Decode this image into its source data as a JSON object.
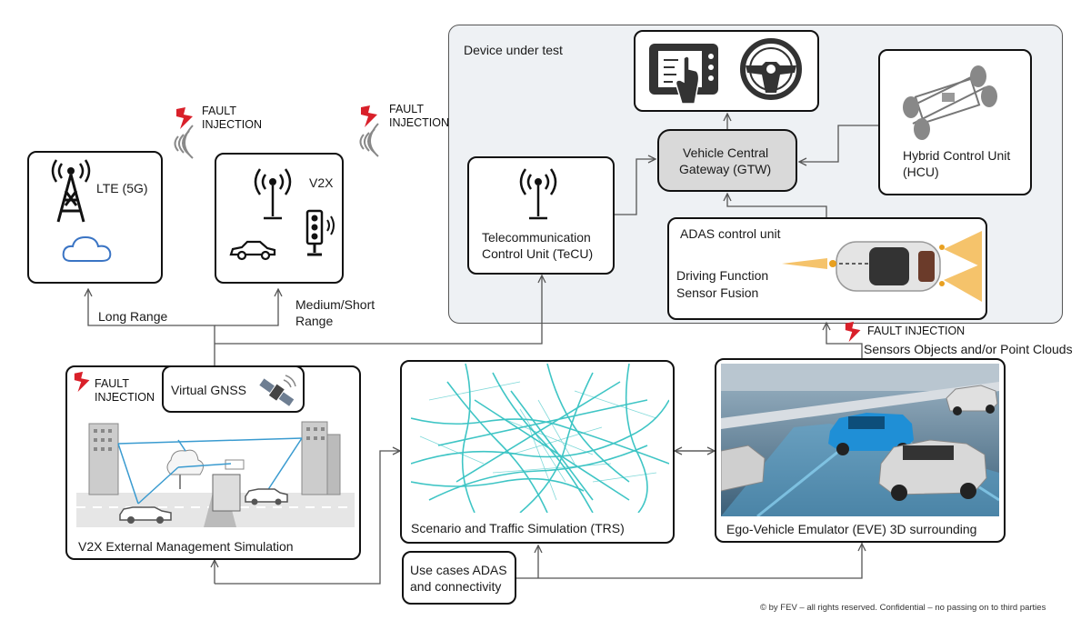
{
  "dut": {
    "title": "Device under test"
  },
  "units": {
    "gtw": [
      "Vehicle Central",
      "Gateway (GTW)"
    ],
    "hcu": [
      "Hybrid Control Unit",
      "(HCU)"
    ],
    "tecu": [
      "Telecommunication",
      "Control Unit (TeCU)"
    ],
    "adas_title": "ADAS control unit",
    "adas_lines": [
      "Driving Function",
      "Sensor Fusion"
    ]
  },
  "comm": {
    "lte": "LTE (5G)",
    "v2x": "V2X",
    "long_range": "Long Range",
    "medium_range": [
      "Medium/Short",
      "Range"
    ]
  },
  "fault": {
    "lte": [
      "FAULT",
      "INJECTION"
    ],
    "v2x": [
      "FAULT",
      "INJECTION"
    ],
    "sim": [
      "FAULT",
      "INJECTION"
    ],
    "sensors": "FAULT INJECTION",
    "sensors_sub": "Sensors Objects and/or Point Clouds"
  },
  "sim": {
    "gnss": "Virtual GNSS",
    "v2x_mgmt": "V2X External Management Simulation",
    "trs": "Scenario and Traffic Simulation (TRS)",
    "eve": "Ego-Vehicle Emulator (EVE) 3D surrounding",
    "usecases": [
      "Use cases ADAS",
      "and connectivity"
    ]
  },
  "footer": "© by FEV – all rights reserved. Confidential – no passing on to third parties",
  "colors": {
    "panel": "#eef1f4",
    "gtw_fill": "#d9d9d9",
    "bolt": "#d9202a",
    "map": "#2bbfbf",
    "sensor": "#f5c36b"
  }
}
